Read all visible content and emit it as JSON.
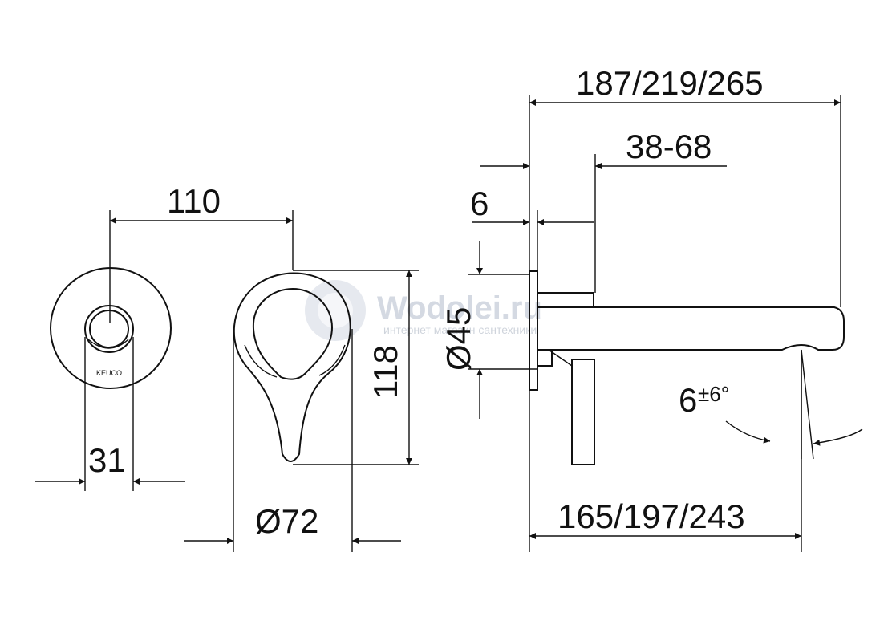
{
  "dimensions": {
    "width_110": "110",
    "width_31": "31",
    "diameter_72": "Ø72",
    "height_118": "118",
    "diameter_45": "Ø45",
    "wall_6": "6",
    "range_38_68": "38-68",
    "length_total": "187/219/265",
    "length_spout": "165/197/243",
    "angle_main": "6",
    "angle_tol": "±6°"
  },
  "brand_mark": "KEUCO",
  "watermark": {
    "name": "Wodolei.ru",
    "tagline": "интернет магазин сантехники"
  }
}
